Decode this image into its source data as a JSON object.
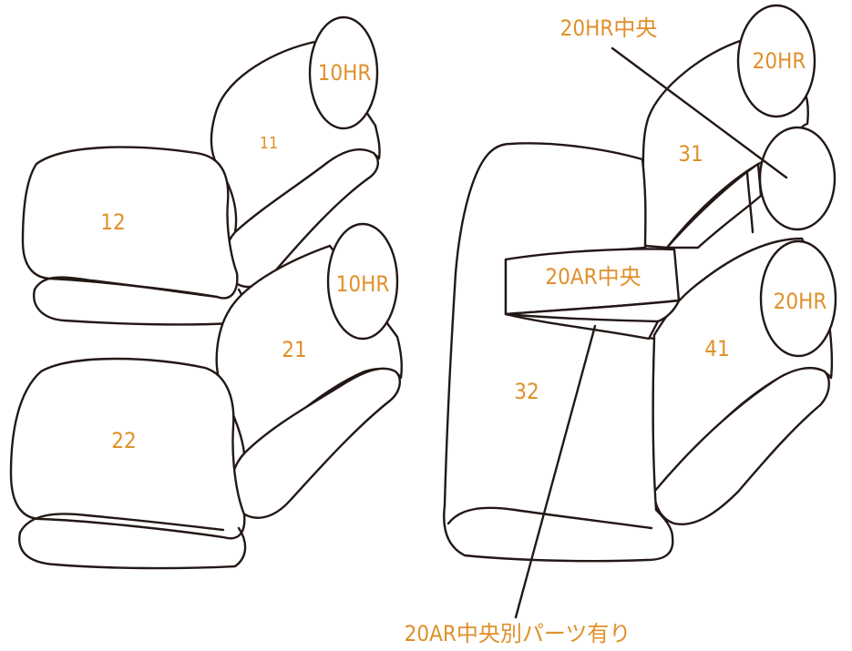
{
  "colors": {
    "label": "#e0902a",
    "outline": "#231815",
    "background": "#ffffff"
  },
  "labels": {
    "hr_10_upper": "10HR",
    "hr_10_lower": "10HR",
    "part_11": "11",
    "part_12": "12",
    "part_21": "21",
    "part_22": "22",
    "hr_20_upper": "20HR",
    "hr_20_lower": "20HR",
    "hr_20_center_callout": "20HR中央",
    "part_31": "31",
    "part_32": "32",
    "part_41": "41",
    "ar_20_center": "20AR中央",
    "ar_20_separate_note": "20AR中央別パーツ有り"
  }
}
